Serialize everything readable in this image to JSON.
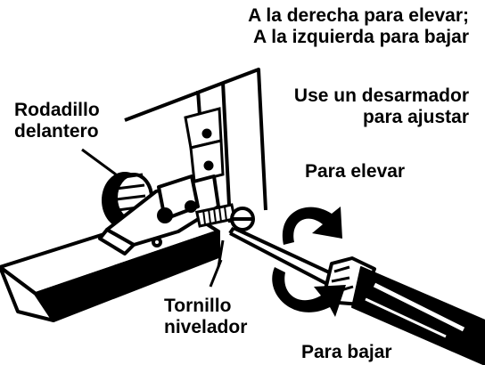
{
  "labels": {
    "direction_line1": "A la derecha para elevar;",
    "direction_line2": "A la izquierda para bajar",
    "screwdriver_line1": "Use un desarmador",
    "screwdriver_line2": "para ajustar",
    "raise": "Para elevar",
    "lower": "Para bajar",
    "roller_line1": "Rodadillo",
    "roller_line2": "delantero",
    "screw_line1": "Tornillo",
    "screw_line2": "nivelador"
  },
  "colors": {
    "ink": "#000000",
    "paper": "#ffffff"
  },
  "icons": [
    "clockwise-arrow-icon",
    "counterclockwise-arrow-icon",
    "screwdriver-icon"
  ]
}
